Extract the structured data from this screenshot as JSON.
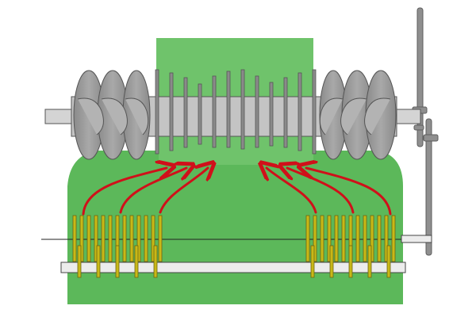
{
  "diagram": {
    "subject": "auger-and-tine-pickup-mechanism",
    "colors": {
      "background": "#ffffff",
      "field_green": "#5cb85a",
      "field_green_light": "#6fc36b",
      "auger_flight": "#9a9a9a",
      "auger_flight_dark": "#7a7a7a",
      "auger_shaft": "#c4c4c4",
      "rod": "#8a8a8a",
      "tine_yellow": "#c8b817",
      "tine_stroke": "#6e6410",
      "bar_fill": "#ececec",
      "bar_stroke": "#444444",
      "arrow_red": "#d0101a",
      "linkage": "#8f8f8f"
    },
    "components": [
      "auger-shaft",
      "left-auger-flights",
      "right-auger-flights",
      "center-rods",
      "left-tine-group",
      "right-tine-group",
      "tine-bar",
      "flow-arrows",
      "control-linkage"
    ],
    "flow_direction": "pickup-to-auger-center"
  }
}
